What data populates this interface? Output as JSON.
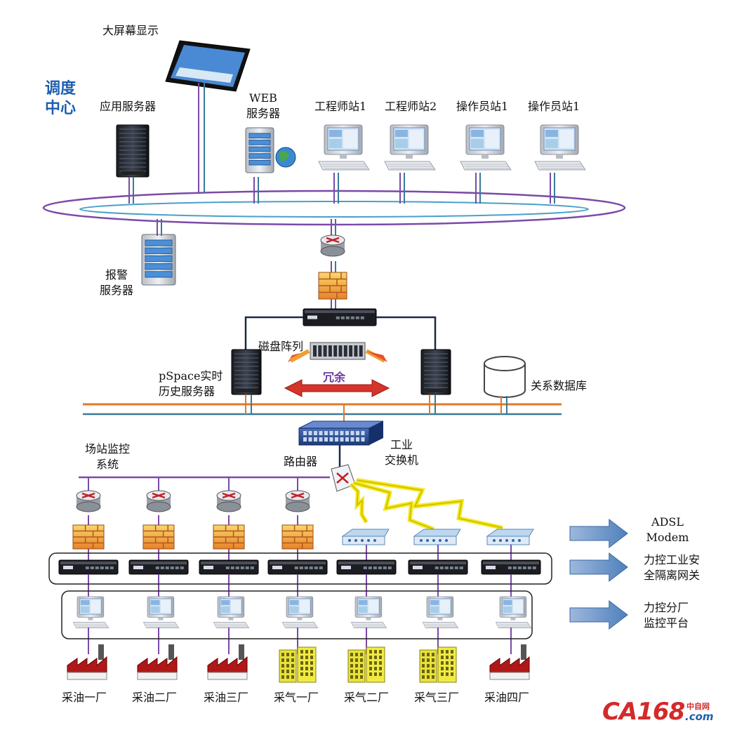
{
  "center_title": [
    "调度",
    "中心"
  ],
  "labels": {
    "big_screen": "大屏幕显示",
    "app_server": "应用服务器",
    "web_server": [
      "WEB",
      "服务器"
    ],
    "eng1": "工程师站1",
    "eng2": "工程师站2",
    "op1": "操作员站1",
    "op2": "操作员站1",
    "alarm_server": [
      "报警",
      "服务器"
    ],
    "disk_array": "磁盘阵列",
    "pspace": [
      "pSpace实时",
      "历史服务器"
    ],
    "redundancy": "冗余",
    "rel_db": "关系数据库",
    "station_monitor": [
      "场站监控",
      "系统"
    ],
    "router": "路由器",
    "industrial_switch": [
      "工业",
      "交换机"
    ]
  },
  "legend": [
    {
      "label": [
        "ADSL",
        "Modem"
      ]
    },
    {
      "label": [
        "力控工业安",
        "全隔离网关"
      ]
    },
    {
      "label": [
        "力控分厂",
        "监控平台"
      ]
    }
  ],
  "plants": [
    {
      "name": "采油一厂",
      "kind": "factory"
    },
    {
      "name": "采油二厂",
      "kind": "factory"
    },
    {
      "name": "采油三厂",
      "kind": "factory"
    },
    {
      "name": "采气一厂",
      "kind": "building"
    },
    {
      "name": "采气二厂",
      "kind": "building"
    },
    {
      "name": "采气三厂",
      "kind": "building"
    },
    {
      "name": "采油四厂",
      "kind": "factory"
    }
  ],
  "watermark": {
    "brand": "CA168",
    "cn": "中自网",
    "suffix": ".com"
  },
  "colors": {
    "purple": "#7b4aa8",
    "teal": "#3a7a9a",
    "orange": "#e07a28",
    "navy": "#1a2a44",
    "arrow": "#4f81bd"
  }
}
